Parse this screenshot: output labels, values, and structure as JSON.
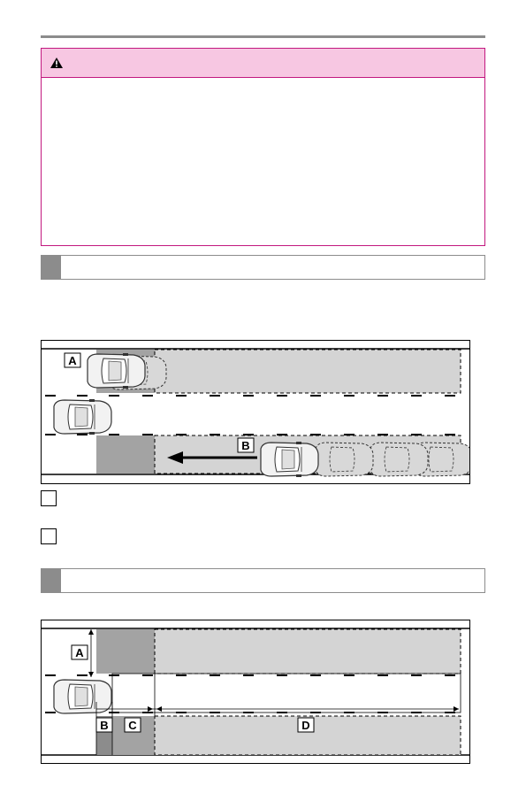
{
  "warning": {
    "icon": "warning-triangle-icon",
    "label": ""
  },
  "sections": [
    {
      "title": ""
    },
    {
      "title": ""
    }
  ],
  "figure1": {
    "labels": {
      "a": "A",
      "b": "B"
    }
  },
  "legend": [
    {
      "letter": "",
      "text": ""
    },
    {
      "letter": "",
      "text": ""
    }
  ],
  "figure2": {
    "labels": {
      "a": "A",
      "b": "B",
      "c": "C",
      "d": "D"
    }
  },
  "colors": {
    "warning_border": "#c2187f",
    "warning_header": "#f7c7e2",
    "zone_light": "#d4d4d4",
    "zone_dark": "#a3a3a3",
    "section_marker": "#8c8c8c"
  }
}
